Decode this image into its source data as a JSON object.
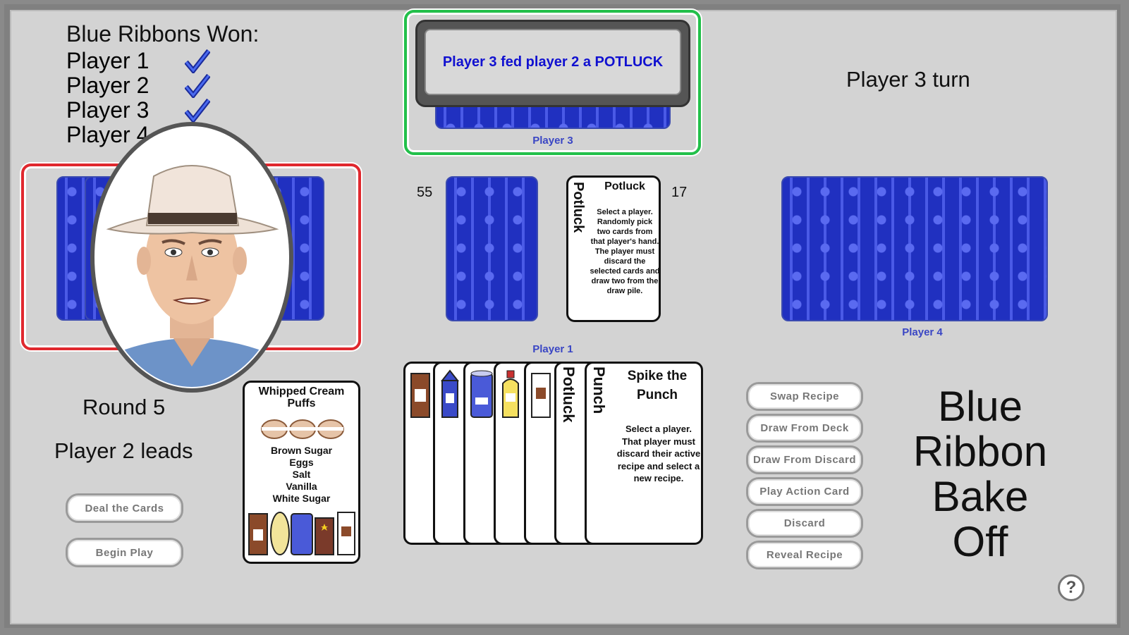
{
  "ribbons": {
    "title": "Blue Ribbons Won:",
    "players": [
      {
        "name": "Player 1",
        "won": true
      },
      {
        "name": "Player 2",
        "won": true
      },
      {
        "name": "Player 3",
        "won": true
      },
      {
        "name": "Player 4",
        "won": false
      }
    ]
  },
  "message": "Player 3 fed player 2 a POTLUCK",
  "turn": "Player 3 turn",
  "round": "Round 5",
  "leader": "Player 2 leads",
  "players": {
    "p1": "Player 1",
    "p3": "Player 3",
    "p4": "Player 4"
  },
  "deck": {
    "count": "55"
  },
  "discard": {
    "count": "17",
    "top_card": {
      "side_title": "Potluck",
      "title": "Potluck",
      "text": "Select a player. Randomly pick two cards from that player's hand. The player must discard the selected cards and draw two from the draw pile."
    }
  },
  "recipe": {
    "title": "Whipped Cream Puffs",
    "ingredients": [
      "Brown Sugar",
      "Eggs",
      "Salt",
      "Vanilla",
      "White Sugar"
    ]
  },
  "hand": {
    "action_cards": [
      {
        "side_title": "Potluck"
      },
      {
        "side_title": "Punch",
        "title": "Spike the Punch",
        "text": "Select a player. That player must discard their active recipe and select a new recipe."
      }
    ]
  },
  "buttons": {
    "deal": "Deal the Cards",
    "begin": "Begin Play",
    "swap": "Swap Recipe",
    "draw_deck": "Draw From Deck",
    "draw_discard": "Draw From Discard",
    "play_action": "Play Action Card",
    "discard": "Discard",
    "reveal": "Reveal Recipe"
  },
  "game_title": [
    "Blue",
    "Ribbon",
    "Bake",
    "Off"
  ],
  "help": "?",
  "colors": {
    "p2_frame": "#e0282e",
    "p3_frame": "#22c04a",
    "label_blue": "#3a46c4",
    "message_blue": "#1010d0"
  }
}
